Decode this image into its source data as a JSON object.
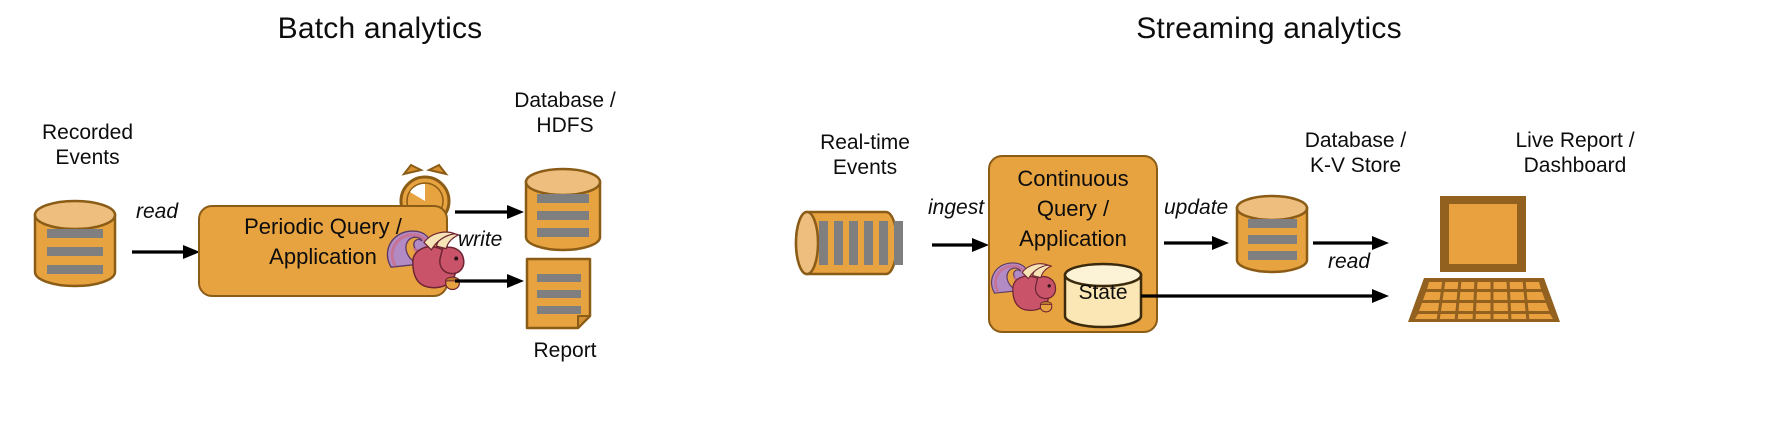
{
  "colors": {
    "fill_orange": "#E8A341",
    "fill_orange_light": "#EDBE7E",
    "stroke_brown": "#8A5C16",
    "laptop_brown": "#92601F",
    "bar_gray": "#7F7F7F",
    "state_fill": "#FAE7B5",
    "arrow_black": "#000000",
    "background": "#FFFFFF"
  },
  "panels": [
    {
      "id": "batch",
      "title": "Batch analytics",
      "nodes": [
        {
          "name": "recorded-events",
          "label_lines": [
            "Recorded",
            "Events"
          ],
          "icon": "database-cylinder-icon"
        },
        {
          "name": "periodic-query",
          "label_lines": [
            "Periodic Query /",
            "Application"
          ],
          "icon": "process-box",
          "badges": [
            "stopwatch-icon",
            "flink-squirrel-logo"
          ]
        },
        {
          "name": "database-hdfs",
          "label_lines": [
            "Database /",
            "HDFS"
          ],
          "icon": "database-cylinder-icon"
        },
        {
          "name": "report",
          "label_lines": [
            "Report"
          ],
          "icon": "document-page-icon"
        }
      ],
      "edges": [
        {
          "name": "edge-read",
          "label": "read"
        },
        {
          "name": "edge-write",
          "label": "write"
        }
      ]
    },
    {
      "id": "streaming",
      "title": "Streaming analytics",
      "nodes": [
        {
          "name": "real-time-events",
          "label_lines": [
            "Real-time",
            "Events"
          ],
          "icon": "message-queue-icon"
        },
        {
          "name": "continuous-query",
          "label_lines": [
            "Continuous",
            "Query /",
            "Application"
          ],
          "icon": "process-box",
          "badges": [
            "flink-squirrel-logo"
          ],
          "inner": {
            "name": "state-store",
            "label": "State",
            "icon": "state-cylinder-icon"
          }
        },
        {
          "name": "database-kv-store",
          "label_lines": [
            "Database /",
            "K-V Store"
          ],
          "icon": "database-cylinder-icon"
        },
        {
          "name": "live-report-dashboard",
          "label_lines": [
            "Live Report /",
            "Dashboard"
          ],
          "icon": "laptop-icon"
        }
      ],
      "edges": [
        {
          "name": "edge-ingest",
          "label": "ingest"
        },
        {
          "name": "edge-update",
          "label": "update"
        },
        {
          "name": "edge-read",
          "label": "read"
        }
      ]
    }
  ],
  "batch": {
    "title": "Batch analytics",
    "recorded_events_line1": "Recorded",
    "recorded_events_line2": "Events",
    "read_label": "read",
    "periodic_query_line1": "Periodic Query /",
    "periodic_query_line2": "Application",
    "write_label": "write",
    "database_hdfs_line1": "Database /",
    "database_hdfs_line2": "HDFS",
    "report_label": "Report"
  },
  "streaming": {
    "title": "Streaming analytics",
    "realtime_events_line1": "Real-time",
    "realtime_events_line2": "Events",
    "ingest_label": "ingest",
    "continuous_query_line1": "Continuous",
    "continuous_query_line2": "Query /",
    "continuous_query_line3": "Application",
    "state_label": "State",
    "update_label": "update",
    "database_kv_line1": "Database /",
    "database_kv_line2": "K-V Store",
    "live_report_line1": "Live Report /",
    "live_report_line2": "Dashboard",
    "read_label": "read"
  }
}
